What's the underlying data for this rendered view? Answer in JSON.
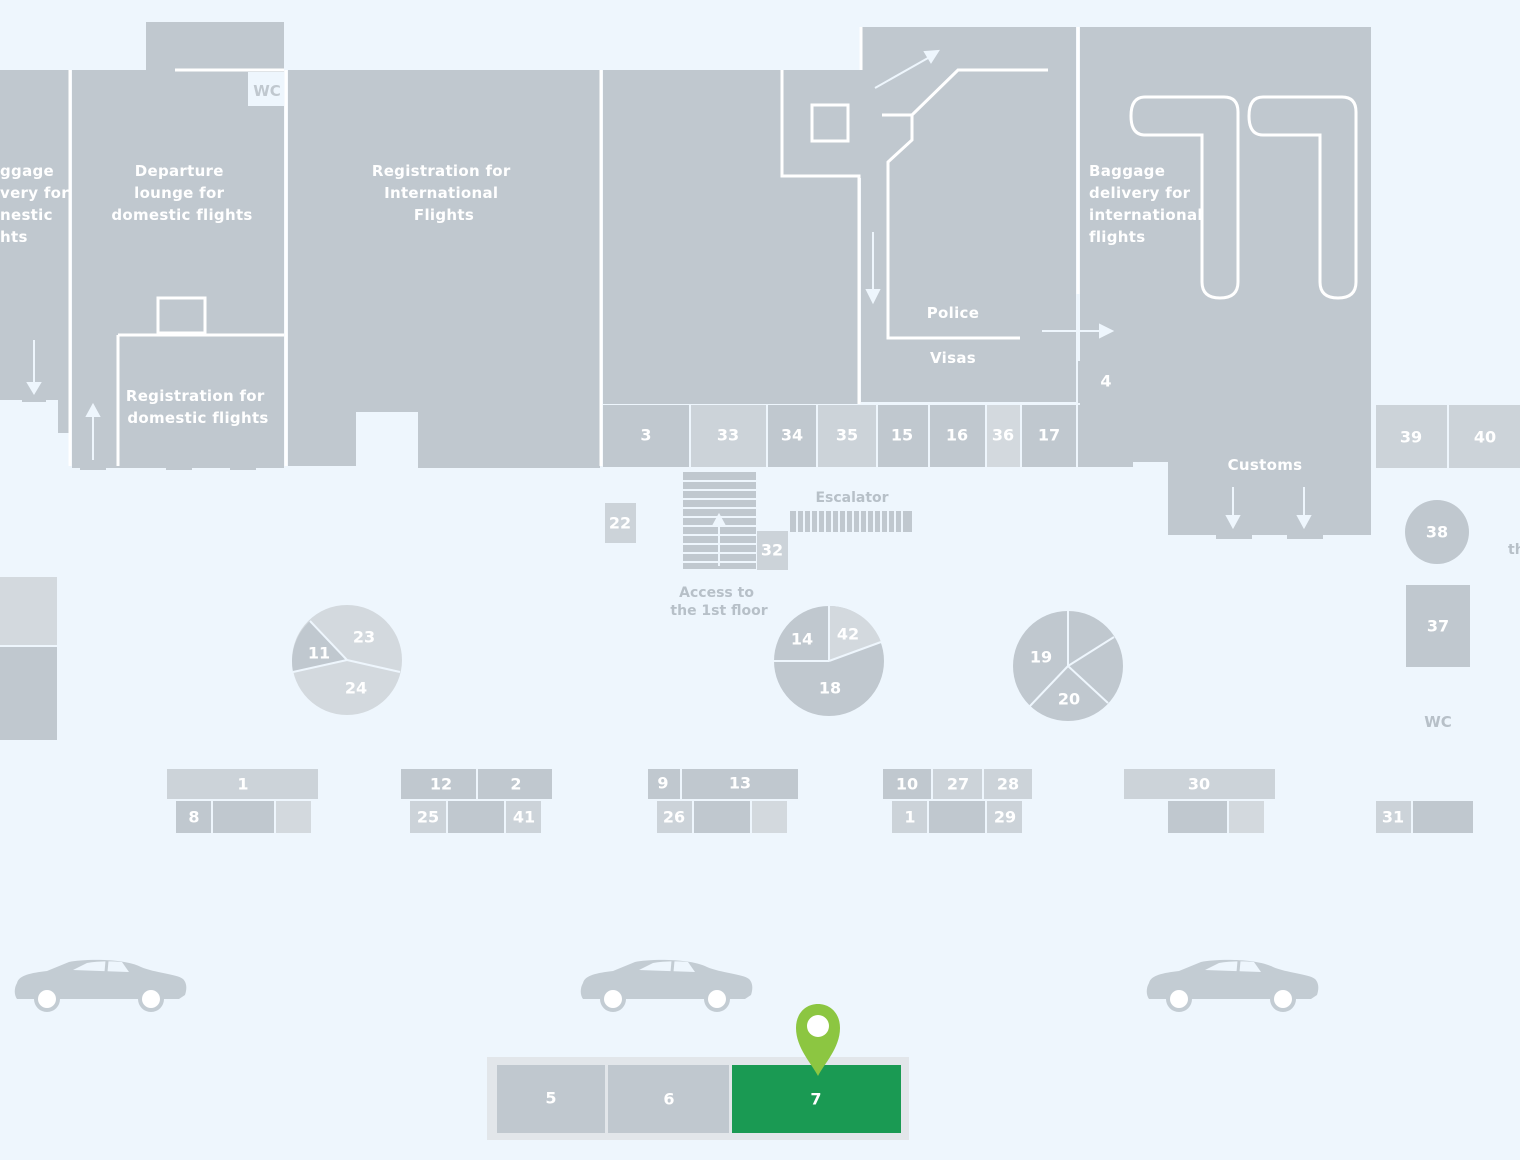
{
  "colors": {
    "background": "#eef6fd",
    "building": "#c0c8cf",
    "building_light": "#d3d9de",
    "selected": "#1a9a53",
    "pin": "#8cc641"
  },
  "rooms": {
    "baggage_domestic": [
      "ggage",
      "very for",
      "nestic",
      "hts"
    ],
    "departure_lounge": [
      "Departure",
      "lounge for",
      "domestic flights"
    ],
    "registration_international": [
      "Registration for",
      "International",
      "Flights"
    ],
    "registration_domestic": [
      "Registration for",
      "domestic flights"
    ],
    "baggage_international": [
      "Baggage",
      "delivery for",
      "international",
      "flights"
    ],
    "police": "Police",
    "visas": "Visas",
    "customs": "Customs",
    "wc_top": "WC",
    "wc_right": "WC",
    "escalator": "Escalator",
    "access": [
      "Access to",
      "the 1st floor"
    ],
    "cut_edge_right": "th"
  },
  "row_labels": [
    "3",
    "33",
    "34",
    "35",
    "15",
    "16",
    "36",
    "17"
  ],
  "labels": {
    "b4": "4",
    "b39": "39",
    "b40": "40",
    "b22": "22",
    "b32": "32",
    "b38": "38",
    "b37": "37",
    "c11": "11",
    "c23": "23",
    "c24": "24",
    "c14": "14",
    "c42": "42",
    "c18": "18",
    "c19": "19",
    "c20": "20",
    "k1": "1",
    "k8": "8",
    "k12": "12",
    "k2": "2",
    "k25": "25",
    "k41": "41",
    "k9": "9",
    "k13": "13",
    "k26": "26",
    "k10": "10",
    "k27": "27",
    "k28": "28",
    "k1b": "1",
    "k29": "29",
    "k30": "30",
    "k31": "31"
  },
  "parking": [
    "5",
    "6",
    "7"
  ],
  "selected_parking": "7",
  "icons": [
    "car-icon",
    "location-pin-icon",
    "arrow-icon"
  ]
}
